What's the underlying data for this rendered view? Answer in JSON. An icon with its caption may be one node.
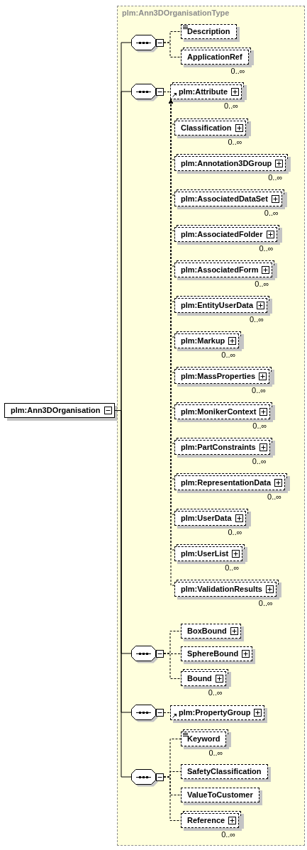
{
  "diagram": {
    "nodes": [
      {
        "text": [
          "plm:Ann3DOrganisation"
        ]
      },
      {
        "text": [
          "plm:Ann3DOrganisationType"
        ]
      },
      {
        "text": [],
        "shape": "octagon",
        "in": 1
      },
      {
        "text": [
          "Description"
        ],
        "in": 1
      },
      {
        "text": [
          "ApplicationRef"
        ],
        "beside": [
          "0..∞"
        ],
        "in": 1
      },
      {
        "text": [],
        "shape": "octagon",
        "in": 1
      },
      {
        "text": [
          "plm:Attribute"
        ],
        "beside": [
          "0..∞"
        ],
        "in": 1
      },
      {
        "text": [
          "Classification"
        ],
        "beside": [
          "0..∞"
        ],
        "in": 1
      },
      {
        "text": [
          "plm:Annotation3DGroup"
        ],
        "beside": [
          "0..∞"
        ],
        "in": 1
      },
      {
        "text": [
          "plm:AssociatedDataSet"
        ],
        "beside": [
          "0..∞"
        ],
        "in": 1
      },
      {
        "text": [
          "plm:AssociatedFolder"
        ],
        "beside": [
          "0..∞"
        ],
        "in": 1
      },
      {
        "text": [
          "plm:AssociatedForm"
        ],
        "beside": [
          "0..∞"
        ],
        "in": 1
      },
      {
        "text": [
          "plm:EntityUserData"
        ],
        "beside": [
          "0..∞"
        ],
        "in": 1
      },
      {
        "text": [
          "plm:Markup"
        ],
        "beside": [
          "0..∞"
        ],
        "in": 1
      },
      {
        "text": [
          "plm:MassProperties"
        ],
        "beside": [
          "0..∞"
        ],
        "in": 1
      },
      {
        "text": [
          "plm:MonikerContext"
        ],
        "beside": [
          "0..∞"
        ],
        "in": 1
      },
      {
        "text": [
          "plm:PartConstraints"
        ],
        "beside": [
          "0..∞"
        ],
        "in": 1
      },
      {
        "text": [
          "plm:RepresentationData"
        ],
        "beside": [
          "0..∞"
        ],
        "in": 1
      },
      {
        "text": [
          "plm:UserData"
        ],
        "beside": [
          "0..∞"
        ],
        "in": 1
      },
      {
        "text": [
          "plm:UserList"
        ],
        "beside": [
          "0..∞"
        ],
        "in": 1
      },
      {
        "text": [
          "plm:ValidationResults"
        ],
        "beside": [
          "0..∞"
        ],
        "in": 1
      },
      {
        "text": [],
        "shape": "octagon",
        "in": 1
      },
      {
        "text": [
          "BoxBound"
        ],
        "in": 1
      },
      {
        "text": [
          "SphereBound"
        ],
        "in": 1
      },
      {
        "text": [
          "Bound"
        ],
        "beside": [
          "0..∞"
        ],
        "in": 1
      },
      {
        "text": [],
        "shape": "octagon",
        "in": 1
      },
      {
        "text": [
          "plm:PropertyGroup"
        ],
        "in": 1
      },
      {
        "text": [],
        "shape": "octagon",
        "in": 1
      },
      {
        "text": [
          "Keyword"
        ],
        "beside": [
          "0..∞"
        ],
        "in": 1
      },
      {
        "text": [
          "SafetyClassification"
        ],
        "in": 1
      },
      {
        "text": [
          "ValueToCustomer"
        ],
        "in": 1
      },
      {
        "text": [
          "Reference"
        ],
        "beside": [
          "0..∞"
        ],
        "in": 1
      }
    ],
    "edges": [
      {
        "from": 0,
        "to": 2,
        "arrow": "none"
      },
      {
        "from": 0,
        "to": 5,
        "arrow": "none"
      },
      {
        "from": 0,
        "to": 21,
        "arrow": "none"
      },
      {
        "from": 0,
        "to": 25,
        "arrow": "none"
      },
      {
        "from": 0,
        "to": 27,
        "arrow": "none"
      },
      {
        "from": 2,
        "to": 3,
        "arrow": "none",
        "style": "dashed"
      },
      {
        "from": 2,
        "to": 4,
        "arrow": "none",
        "style": "dashed"
      },
      {
        "from": 5,
        "to": 6,
        "arrow": "none",
        "style": "dashed"
      },
      {
        "from": 7,
        "to": 6,
        "arrow": "to",
        "style": "dashed"
      },
      {
        "from": 8,
        "to": 6,
        "arrow": "to",
        "style": "dashed"
      },
      {
        "from": 9,
        "to": 6,
        "arrow": "to",
        "style": "dashed"
      },
      {
        "from": 10,
        "to": 6,
        "arrow": "to",
        "style": "dashed"
      },
      {
        "from": 11,
        "to": 6,
        "arrow": "to",
        "style": "dashed"
      },
      {
        "from": 12,
        "to": 6,
        "arrow": "to",
        "style": "dashed"
      },
      {
        "from": 13,
        "to": 6,
        "arrow": "to",
        "style": "dashed"
      },
      {
        "from": 14,
        "to": 6,
        "arrow": "to",
        "style": "dashed"
      },
      {
        "from": 15,
        "to": 6,
        "arrow": "to",
        "style": "dashed"
      },
      {
        "from": 16,
        "to": 6,
        "arrow": "to",
        "style": "dashed"
      },
      {
        "from": 17,
        "to": 6,
        "arrow": "to",
        "style": "dashed"
      },
      {
        "from": 18,
        "to": 6,
        "arrow": "to",
        "style": "dashed"
      },
      {
        "from": 19,
        "to": 6,
        "arrow": "to",
        "style": "dashed"
      },
      {
        "from": 20,
        "to": 6,
        "arrow": "to",
        "style": "dashed"
      },
      {
        "from": 21,
        "to": 22,
        "arrow": "none",
        "style": "dashed"
      },
      {
        "from": 21,
        "to": 23,
        "arrow": "none",
        "style": "dashed"
      },
      {
        "from": 21,
        "to": 24,
        "arrow": "none",
        "style": "dashed"
      },
      {
        "from": 25,
        "to": 26,
        "arrow": "none",
        "style": "dashed"
      },
      {
        "from": 27,
        "to": 28,
        "arrow": "none",
        "style": "dashed"
      },
      {
        "from": 27,
        "to": 29,
        "arrow": "none",
        "style": "dashed"
      },
      {
        "from": 27,
        "to": 30,
        "arrow": "none",
        "style": "dashed"
      },
      {
        "from": 27,
        "to": 31,
        "arrow": "none",
        "style": "dashed"
      }
    ]
  }
}
